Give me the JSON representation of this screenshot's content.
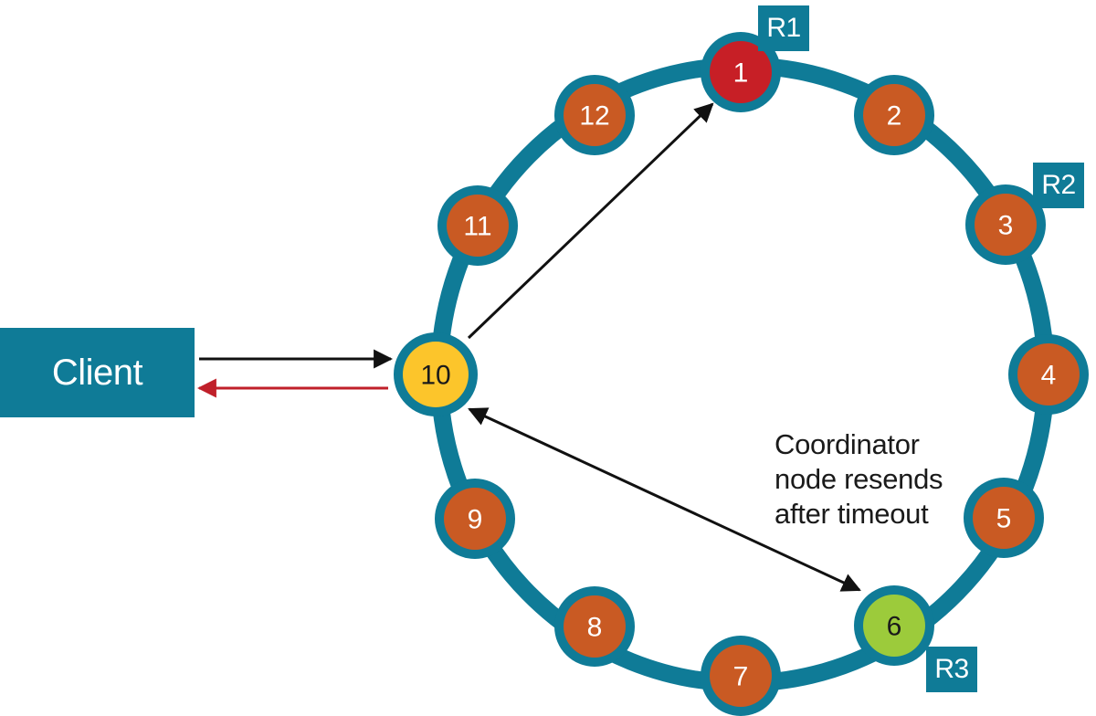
{
  "client": {
    "label": "Client"
  },
  "nodes": [
    {
      "id": "1",
      "label": "1",
      "role": "replica"
    },
    {
      "id": "2",
      "label": "2",
      "role": "normal"
    },
    {
      "id": "3",
      "label": "3",
      "role": "replica"
    },
    {
      "id": "4",
      "label": "4",
      "role": "normal"
    },
    {
      "id": "5",
      "label": "5",
      "role": "normal"
    },
    {
      "id": "6",
      "label": "6",
      "role": "replica-resend"
    },
    {
      "id": "7",
      "label": "7",
      "role": "normal"
    },
    {
      "id": "8",
      "label": "8",
      "role": "normal"
    },
    {
      "id": "9",
      "label": "9",
      "role": "normal"
    },
    {
      "id": "10",
      "label": "10",
      "role": "coordinator"
    },
    {
      "id": "11",
      "label": "11",
      "role": "normal"
    },
    {
      "id": "12",
      "label": "12",
      "role": "normal"
    }
  ],
  "replica_tags": {
    "r1": "R1",
    "r2": "R2",
    "r3": "R3"
  },
  "note": {
    "line1": "Coordinator",
    "line2": "node resends",
    "line3": "after timeout"
  },
  "colors": {
    "ring": "#0f7b97",
    "node_fill": "#c95a23",
    "node_text": "#ffffff",
    "replica_1_fill": "#c71f26",
    "coordinator_fill": "#fcc52b",
    "resend_fill": "#9ccb3b",
    "dark_text": "#1a1a1a",
    "arrow": "#111111",
    "reply_arrow": "#c0202a"
  }
}
